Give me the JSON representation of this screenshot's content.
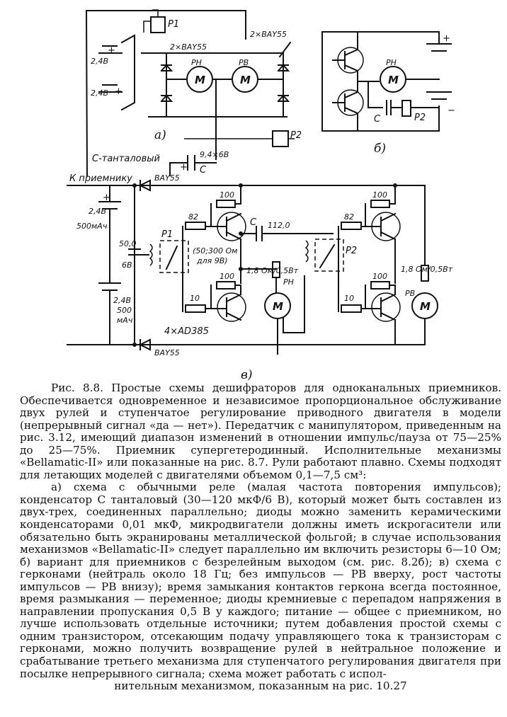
{
  "diagram": {
    "a": {
      "sublabel": "а)",
      "relay_p1": "P1",
      "relay_p2": "P2",
      "diodes_left": "2×BAY55",
      "diodes_right": "2×BAY55",
      "motor_rn_label": "PH",
      "motor_rv_label": "PB",
      "motor_symbol": "M",
      "batt_upper": "2,4B",
      "batt_lower": "2,4B",
      "cap_type": "С-танталовый",
      "cap_value": "9,4×6В",
      "cap_name": "С"
    },
    "b": {
      "sublabel": "б)",
      "motor_label": "PH",
      "motor_symbol": "M",
      "cap_name": "С",
      "relay": "P2"
    },
    "v": {
      "sublabel": "в)",
      "to_receiver": "К приемнику",
      "diode_top": "BAY55",
      "diode_bottom": "BAY55",
      "batt_top_v": "2,4B",
      "batt_top_ma": "500мАч",
      "batt_bot_v": "2,4B",
      "batt_bot_ma": "500",
      "batt_bot_unit": "мАч",
      "cap_left_value": "50,0",
      "cap_left_voltage": "6B",
      "relay_p1": "P1",
      "relay_p2": "P2",
      "reed_note_1": "(50;300 Ом",
      "reed_note_2": "для 9В)",
      "cap_mid_name": "С",
      "cap_mid_value": "112,0",
      "r_100_a": "100",
      "r_82_a": "82",
      "r_100_b": "100",
      "r_10_a": "10",
      "r_100_c": "100",
      "r_82_b": "82",
      "r_100_d": "100",
      "r_10_b": "10",
      "r_motor_a": "1,8 Ом/0,5Вт",
      "r_motor_b": "1,8 Ом/0,5Вт",
      "motor_rn": "PH",
      "motor_rv": "PB",
      "motor_symbol": "M",
      "transistors": "4×AD385"
    }
  },
  "caption": {
    "p1": "Рис. 8.8. Простые схемы дешифраторов для одноканальных приемников. Обеспечивается одновременное и независимое пропорциональное обслуживание двух рулей и ступенчатое регулирование приводного двигателя в модели (непрерывный сигнал «да — нет»). Передатчик с манипулятором, приведенным на рис. 3.12, имеющий диапазон изменений в отношении импульс/пауза от 75—25% до 25—75%. Приемник супергетеродинный. Исполнительные механизмы «Bellamatic-II» или показанные на рис. 8.7. Рули работают плавно. Схемы подходят для летающих моделей с двигателями объемом 0,1—7,5 см³:",
    "p2": "а) схема с обычными реле (малая частота повторения импульсов); конденсатор С танталовый (30—120 мкФ/6 В), который может быть составлен из двух-трех, соединенных параллельно; диоды можно заменить керамическими конденсаторами 0,01 мкФ, микродвигатели должны иметь искрогасители или обязательно быть экранированы металлической фольгой; в случае использования механизмов «Bellamatic-II» следует параллельно им включить резисторы 6—10 Ом; б) вариант для приемников с безрелейным выходом (см. рис. 8.2б); в) схема с герконами (нейтраль около 18 Гц; без импульсов — PB вверху, рост частоты импульсов — PB внизу); время замыкания контактов геркона всегда постоянное, время размыкания — переменное; диоды кремниевые с перепадом напряжения в направлении пропускания 0,5 В у каждого; питание — общее с приемником, но лучше использовать отдельные источники; путем добавления простой схемы с одним транзистором, отсекающим подачу управляющего тока к транзисторам с герконами, можно получить возвращение рулей в нейтральное положение и срабатывание третьего механизма для ступенчатого регулирования двигателя при посылке непрерывного сигнала; схема может работать с испол-",
    "p3": "нительным механизмом, показанным на рис. 10.27"
  }
}
